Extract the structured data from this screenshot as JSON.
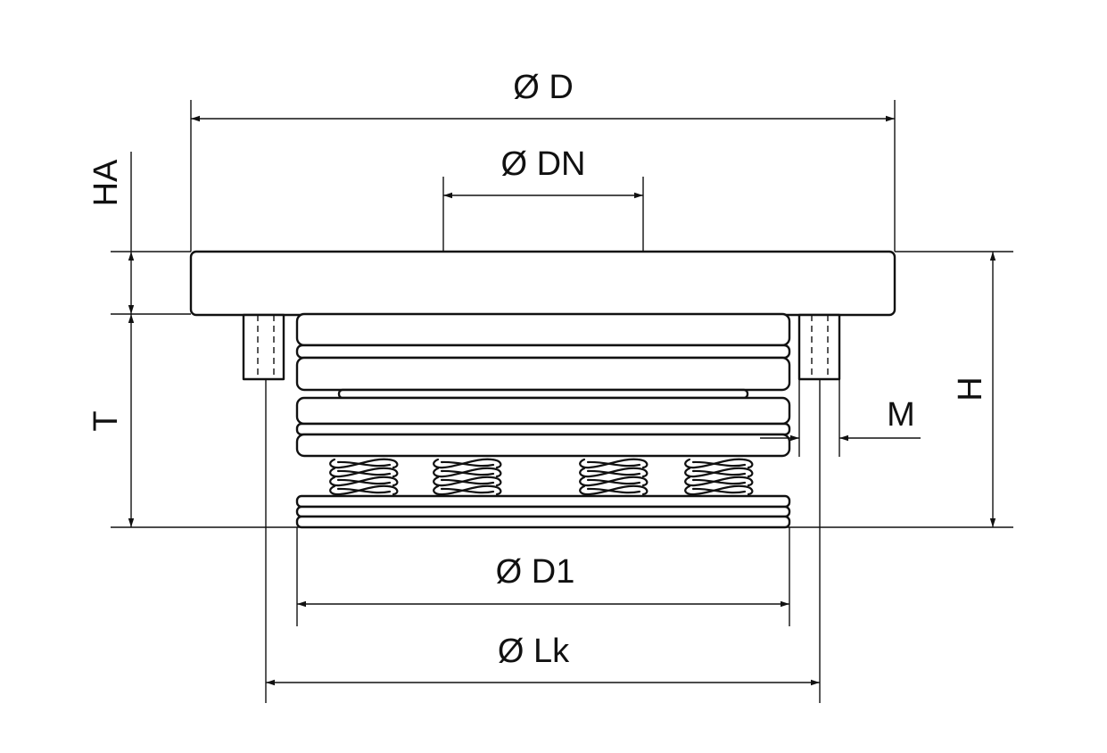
{
  "labels": {
    "D": "Ø D",
    "DN": "Ø DN",
    "HA": "HA",
    "T": "T",
    "H": "H",
    "M": "M",
    "D1": "Ø D1",
    "Lk": "Ø Lk"
  },
  "colors": {
    "line": "#111111",
    "background": "#ffffff"
  }
}
